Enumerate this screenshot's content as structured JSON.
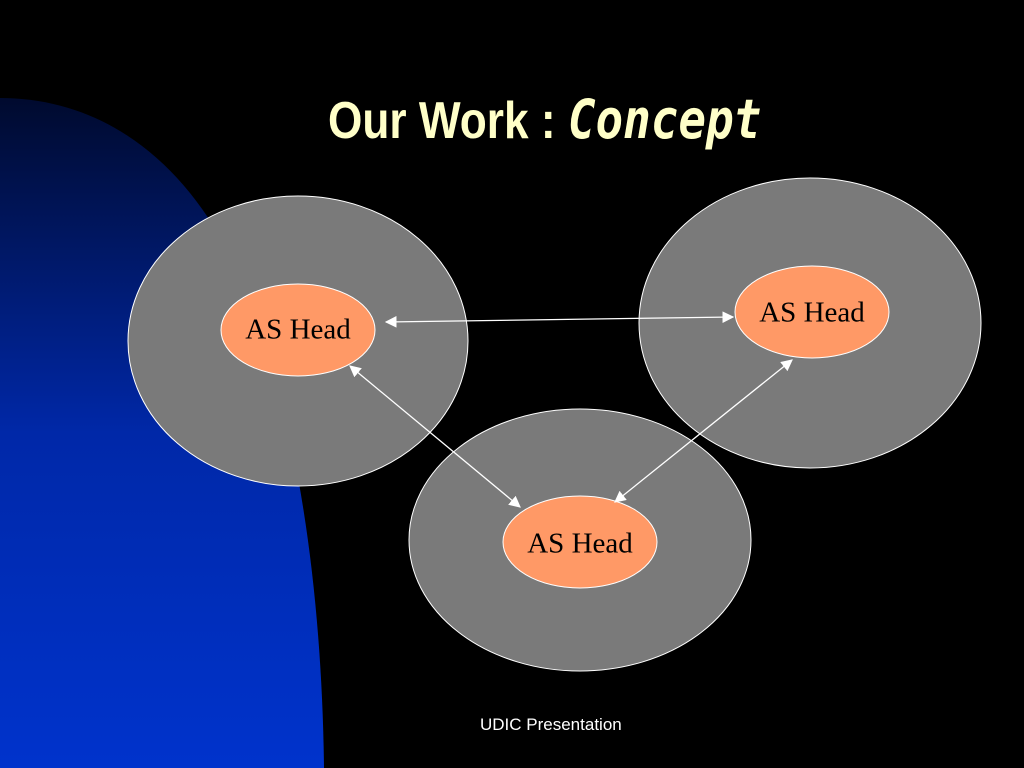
{
  "title": {
    "main": "Our Work : ",
    "emphasis": "Concept"
  },
  "nodes": [
    {
      "id": "left",
      "label": "AS Head"
    },
    {
      "id": "right",
      "label": "AS Head"
    },
    {
      "id": "bottom",
      "label": "AS Head"
    }
  ],
  "edges": [
    {
      "from": "left",
      "to": "right",
      "direction": "both"
    },
    {
      "from": "left",
      "to": "bottom",
      "direction": "both"
    },
    {
      "from": "right",
      "to": "bottom",
      "direction": "both"
    }
  ],
  "footer": "UDIC Presentation",
  "colors": {
    "background": "#000000",
    "outer": "#7a7a7a",
    "inner": "#ff9966",
    "title": "#ffffc8",
    "accent_top": "#000a2e",
    "accent_bottom": "#0033cc"
  }
}
